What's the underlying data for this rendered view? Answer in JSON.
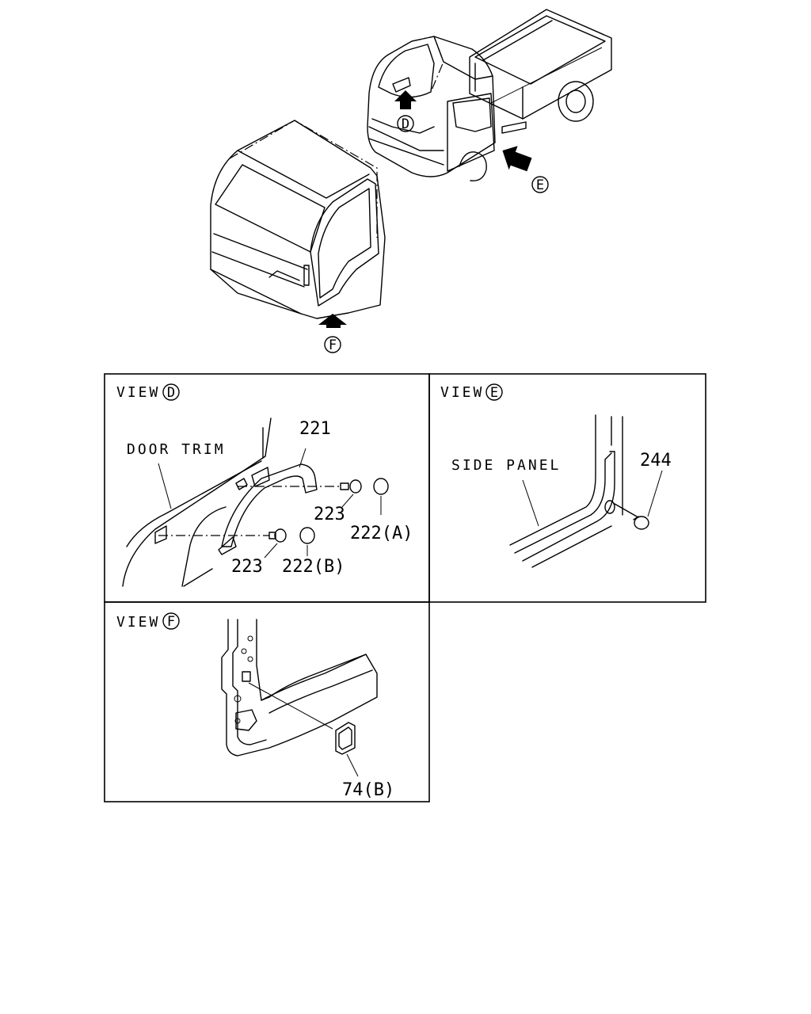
{
  "overview": {
    "marker_d": "D",
    "marker_e": "E",
    "marker_f": "F"
  },
  "view_d": {
    "title_prefix": "VIEW",
    "title_mark": "D",
    "door_trim_label": "DOOR TRIM",
    "part_221": "221",
    "part_223_upper": "223",
    "part_222a": "222(A)",
    "part_223_lower": "223",
    "part_222b": "222(B)"
  },
  "view_e": {
    "title_prefix": "VIEW",
    "title_mark": "E",
    "side_panel_label": "SIDE PANEL",
    "part_244": "244"
  },
  "view_f": {
    "title_prefix": "VIEW",
    "title_mark": "F",
    "part_74b": "74(B)"
  }
}
